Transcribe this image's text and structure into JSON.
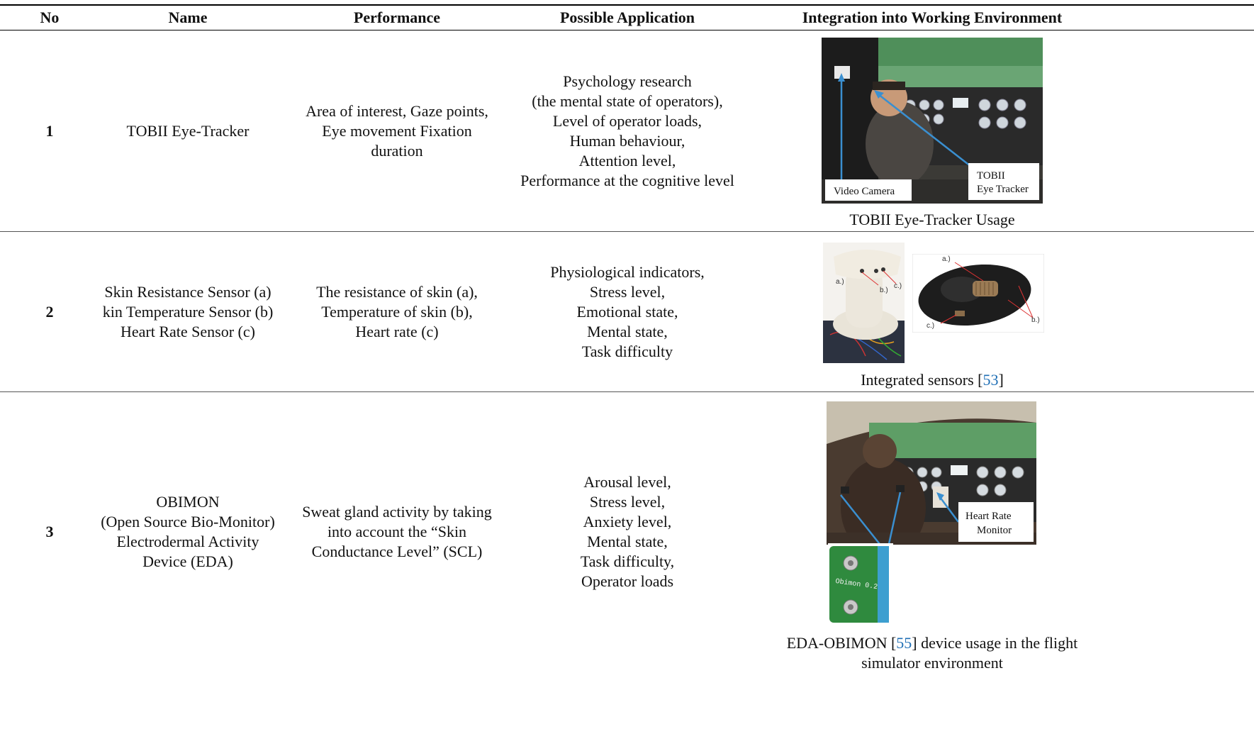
{
  "headers": [
    "No",
    "Name",
    "Performance",
    "Possible Application",
    "Integration into Working Environment"
  ],
  "rows": [
    {
      "no": "1",
      "name": [
        "TOBII Eye-Tracker"
      ],
      "performance": [
        "Area of interest, Gaze points,",
        "Eye movement Fixation",
        "duration"
      ],
      "application": [
        "Psychology research",
        "(the mental state of operators),",
        "Level of operator loads,",
        "Human behaviour,",
        "Attention level,",
        "Performance at the cognitive level"
      ],
      "image_labels": [
        "Video Camera",
        "TOBII",
        "Eye Tracker"
      ],
      "caption": "TOBII Eye-Tracker Usage"
    },
    {
      "no": "2",
      "name": [
        "Skin Resistance Sensor (a)",
        "kin Temperature Sensor (b)",
        "Heart Rate Sensor (c)"
      ],
      "performance": [
        "The resistance of skin (a),",
        "Temperature of skin (b),",
        "Heart rate (c)"
      ],
      "application": [
        "Physiological indicators,",
        "Stress level,",
        "Emotional state,",
        "Mental state,",
        "Task difficulty"
      ],
      "image_labels": [
        "a.)",
        "b.)",
        "c.)"
      ],
      "caption_text": "Integrated sensors [",
      "caption_ref": "53",
      "caption_end": "]"
    },
    {
      "no": "3",
      "name": [
        "OBIMON",
        "(Open Source Bio-Monitor)",
        "Electrodermal Activity",
        "Device (EDA)"
      ],
      "performance": [
        "Sweat gland activity by taking",
        "into account the “Skin",
        "Conductance Level” (SCL)"
      ],
      "application": [
        "Arousal level,",
        "Stress level,",
        "Anxiety level,",
        "Mental state,",
        "Task difficulty,",
        "Operator loads"
      ],
      "image_labels": [
        "Heart Rate",
        "Monitor",
        "Obimon 0.2"
      ],
      "caption_pre": "EDA-OBIMON [",
      "caption_ref": "55",
      "caption_post": "] device usage in the flight",
      "caption_line2": "simulator environment"
    }
  ],
  "colors": {
    "rule": "#000000",
    "divider": "#555555",
    "ref_link": "#1f6fb5",
    "arrow": "#3a8fd0"
  }
}
